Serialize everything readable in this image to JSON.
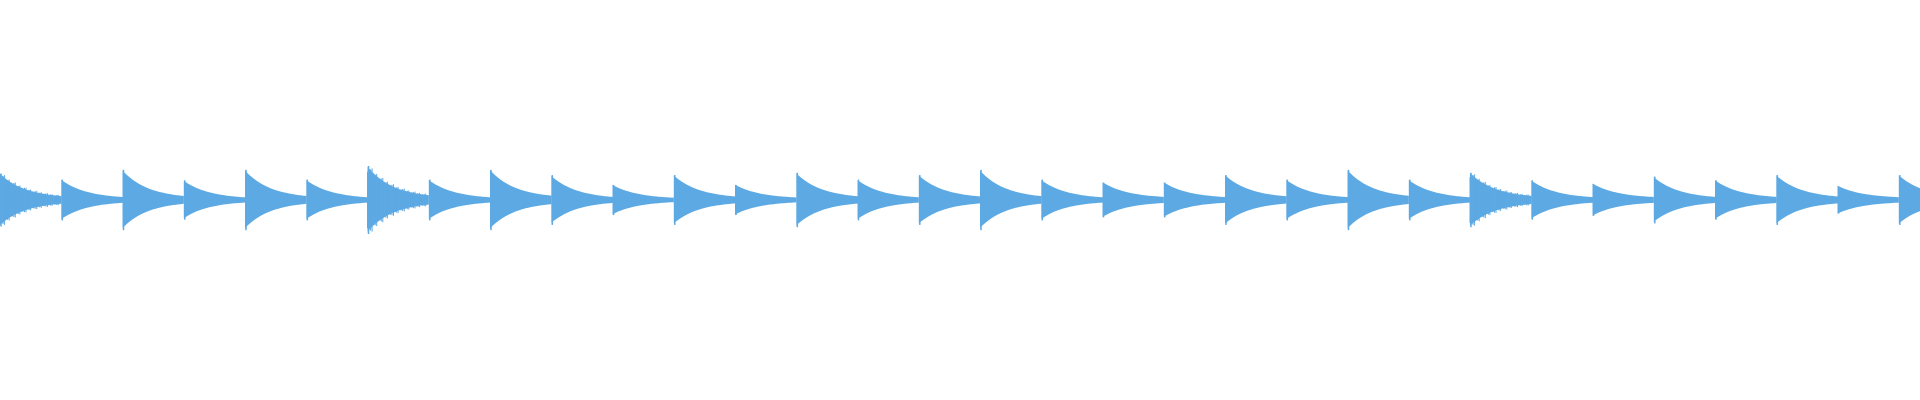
{
  "waveform": {
    "color": "#5DA9E3",
    "background": "#ffffff",
    "segments": [
      {
        "attack": 0.35,
        "decay": 0.2,
        "texture": "buzz"
      },
      {
        "attack": 0.27,
        "decay": 0.15,
        "texture": "smooth"
      },
      {
        "attack": 0.4,
        "decay": 0.18,
        "texture": "smooth"
      },
      {
        "attack": 0.26,
        "decay": 0.12,
        "texture": "smooth"
      },
      {
        "attack": 0.4,
        "decay": 0.18,
        "texture": "smooth"
      },
      {
        "attack": 0.27,
        "decay": 0.12,
        "texture": "smooth"
      },
      {
        "attack": 0.45,
        "decay": 0.22,
        "texture": "buzz"
      },
      {
        "attack": 0.27,
        "decay": 0.12,
        "texture": "smooth"
      },
      {
        "attack": 0.4,
        "decay": 0.22,
        "texture": "smooth"
      },
      {
        "attack": 0.33,
        "decay": 0.12,
        "texture": "smooth"
      },
      {
        "attack": 0.2,
        "decay": 0.12,
        "texture": "smooth"
      },
      {
        "attack": 0.33,
        "decay": 0.18,
        "texture": "smooth"
      },
      {
        "attack": 0.2,
        "decay": 0.15,
        "texture": "smooth"
      },
      {
        "attack": 0.36,
        "decay": 0.18,
        "texture": "smooth"
      },
      {
        "attack": 0.27,
        "decay": 0.12,
        "texture": "smooth"
      },
      {
        "attack": 0.33,
        "decay": 0.18,
        "texture": "smooth"
      },
      {
        "attack": 0.4,
        "decay": 0.16,
        "texture": "smooth"
      },
      {
        "attack": 0.27,
        "decay": 0.12,
        "texture": "smooth"
      },
      {
        "attack": 0.23,
        "decay": 0.2,
        "texture": "smooth"
      },
      {
        "attack": 0.23,
        "decay": 0.18,
        "texture": "smooth"
      },
      {
        "attack": 0.33,
        "decay": 0.2,
        "texture": "smooth"
      },
      {
        "attack": 0.27,
        "decay": 0.14,
        "texture": "smooth"
      },
      {
        "attack": 0.4,
        "decay": 0.2,
        "texture": "smooth"
      },
      {
        "attack": 0.27,
        "decay": 0.12,
        "texture": "smooth"
      },
      {
        "attack": 0.36,
        "decay": 0.22,
        "texture": "buzz"
      },
      {
        "attack": 0.26,
        "decay": 0.15,
        "texture": "smooth"
      },
      {
        "attack": 0.21,
        "decay": 0.2,
        "texture": "smooth"
      },
      {
        "attack": 0.31,
        "decay": 0.14,
        "texture": "smooth"
      },
      {
        "attack": 0.26,
        "decay": 0.18,
        "texture": "smooth"
      },
      {
        "attack": 0.33,
        "decay": 0.18,
        "texture": "smooth"
      },
      {
        "attack": 0.18,
        "decay": 0.2,
        "texture": "smooth"
      },
      {
        "attack": 0.33,
        "decay": 0.2,
        "texture": "smooth"
      }
    ]
  }
}
